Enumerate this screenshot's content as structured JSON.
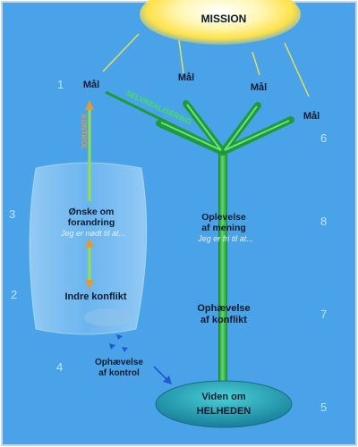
{
  "colors": {
    "background": "#4aa3e8",
    "stem": "#1f9a3a",
    "stem_highlight": "#6ee37a",
    "sun": "#ffe566",
    "rays": "#e2e05a",
    "oval": "#1f9fb0",
    "arrow_orange": "#e09a3a",
    "arrow_green": "#8fe04a"
  },
  "title": "MISSION",
  "goals": [
    "Mål",
    "Mål",
    "Mål",
    "Mål"
  ],
  "branch_label": "SELVREALISERING",
  "control_label": "KONTROL",
  "left_block": {
    "wish_line1": "Ønske om",
    "wish_line2": "forandring",
    "wish_sub": "Jeg er nødt til at...",
    "conflict": "Indre konflikt"
  },
  "right_block": {
    "meaning_line1": "Oplevelse",
    "meaning_line2": "af mening",
    "meaning_sub": "Jeg er fri til at...",
    "lift_conflict_line1": "Ophævelse",
    "lift_conflict_line2": "af konflikt"
  },
  "lift_control_line1": "Ophævelse",
  "lift_control_line2": "af kontrol",
  "base_line1": "Viden om",
  "base_line2": "HELHEDEN",
  "numbers": [
    "1",
    "2",
    "3",
    "4",
    "5",
    "6",
    "7",
    "8"
  ]
}
